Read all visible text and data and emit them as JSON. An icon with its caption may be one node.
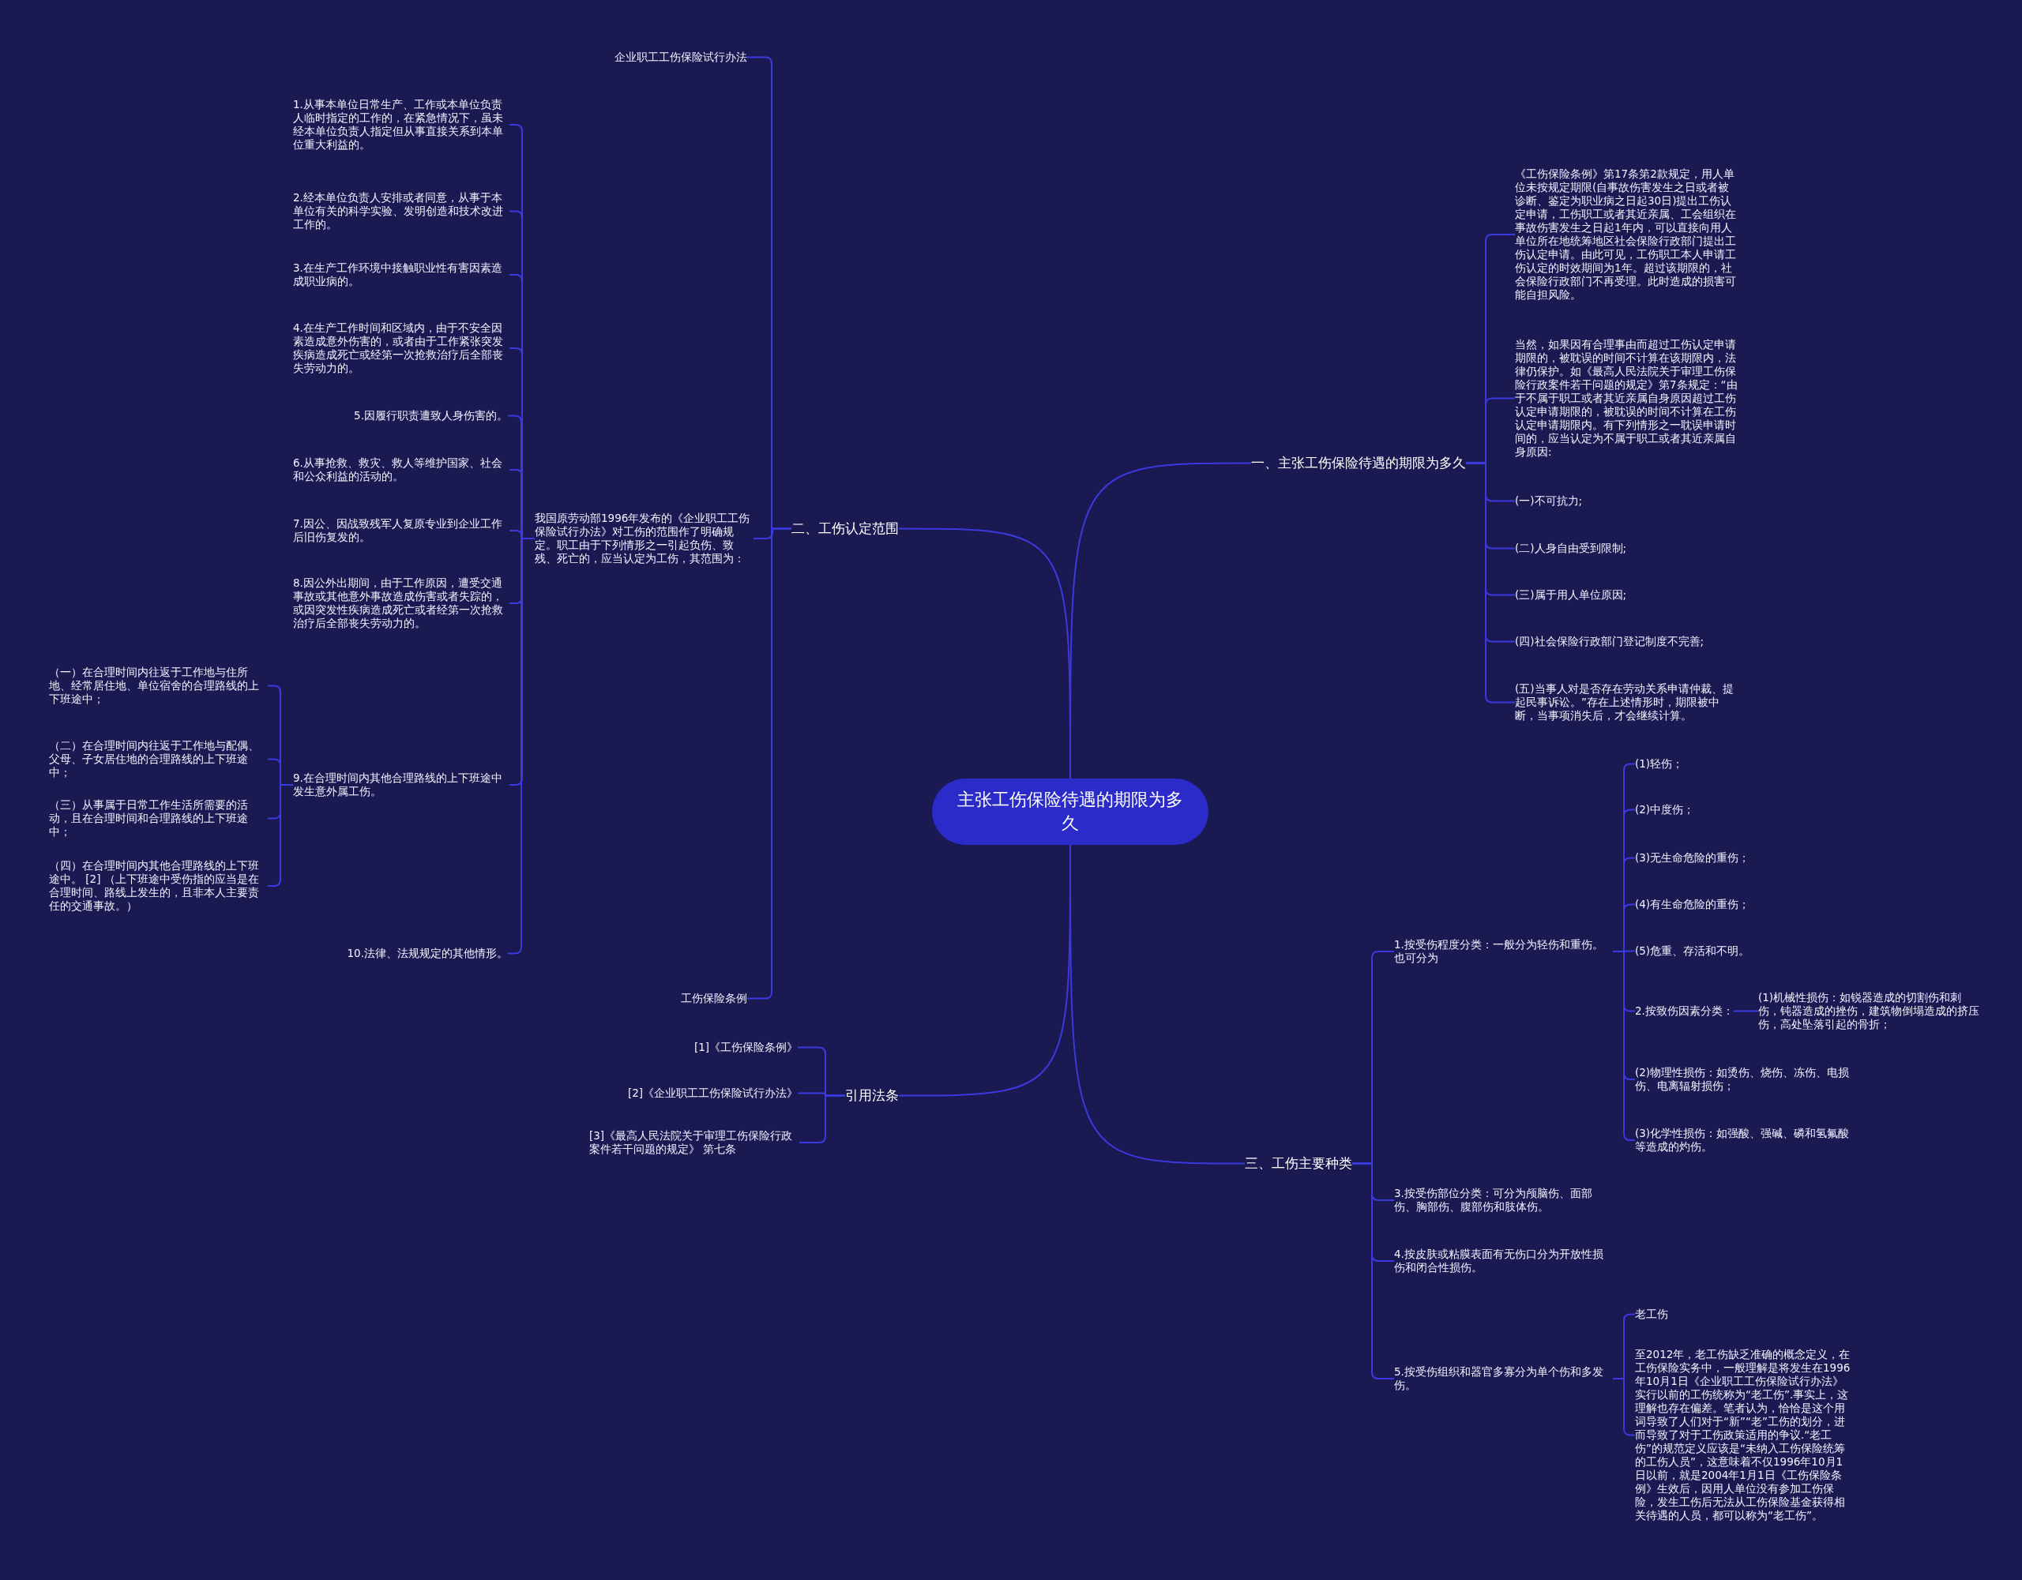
{
  "diagram": {
    "nodes": [
      {
        "text": [
          "主张工伤保险待遇的期限为多久"
        ]
      },
      {
        "text": [
          "一、主张工伤保险待遇的期限为多久"
        ]
      },
      {
        "text": [
          "《工伤保险条例》第17条第2款规定，用人单位未按规定期限(自事故伤害发生之日或者被诊断、鉴定为职业病之日起30日)提出工伤认定申请，工伤职工或者其近亲属、工会组织在事故伤害发生之日起1年内，可以直接向用人单位所在地统筹地区社会保险行政部门提出工伤认定申请。由此可见，工伤职工本人申请工伤认定的时效期间为1年。超过该期限的，社会保险行政部门不再受理。此时造成的损害可能自担风险。"
        ]
      },
      {
        "text": [
          "当然，如果因有合理事由而超过工伤认定申请期限的，被耽误的时间不计算在该期限内，法律仍保护。如《最高人民法院关于审理工伤保险行政案件若干问题的规定》第7条规定：“由于不属于职工或者其近亲属自身原因超过工伤认定申请期限的，被耽误的时间不计算在工伤认定申请期限内。有下列情形之一耽误申请时间的，应当认定为不属于职工或者其近亲属自身原因:"
        ]
      },
      {
        "text": [
          "(一)不可抗力;"
        ]
      },
      {
        "text": [
          "(二)人身自由受到限制;"
        ]
      },
      {
        "text": [
          "(三)属于用人单位原因;"
        ]
      },
      {
        "text": [
          "(四)社会保险行政部门登记制度不完善;"
        ]
      },
      {
        "text": [
          "(五)当事人对是否存在劳动关系申请仲裁、提起民事诉讼。”存在上述情形时，期限被中断，当事项消失后，才会继续计算。"
        ]
      },
      {
        "text": [
          "二、工伤认定范围"
        ]
      },
      {
        "text": [
          "企业职工工伤保险试行办法"
        ]
      },
      {
        "text": [
          "我国原劳动部1996年发布的《企业职工工伤保险试行办法》对工伤的范围作了明确规定。职工由于下列情形之一引起负伤、致残、死亡的，应当认定为工伤，其范围为："
        ]
      },
      {
        "text": [
          "1.从事本单位日常生产、工作或本单位负责人临时指定的工作的，在紧急情况下，虽未经本单位负责人指定但从事直接关系到本单位重大利益的。"
        ]
      },
      {
        "text": [
          "2.经本单位负责人安排或者同意，从事于本单位有关的科学实验、发明创造和技术改进工作的。"
        ]
      },
      {
        "text": [
          "3.在生产工作环境中接触职业性有害因素造成职业病的。"
        ]
      },
      {
        "text": [
          "4.在生产工作时间和区域内，由于不安全因素造成意外伤害的，或者由于工作紧张突发疾病造成死亡或经第一次抢救治疗后全部丧失劳动力的。"
        ]
      },
      {
        "text": [
          "5.因履行职责遭致人身伤害的。"
        ]
      },
      {
        "text": [
          "6.从事抢救、救灾、救人等维护国家、社会和公众利益的活动的。"
        ]
      },
      {
        "text": [
          "7.因公、因战致残军人复原专业到企业工作后旧伤复发的。"
        ]
      },
      {
        "text": [
          "8.因公外出期间，由于工作原因，遭受交通事故或其他意外事故造成伤害或者失踪的，或因突发性疾病造成死亡或者经第一次抢救治疗后全部丧失劳动力的。"
        ]
      },
      {
        "text": [
          "9.在合理时间内其他合理路线的上下班途中发生意外属工伤。"
        ]
      },
      {
        "text": [
          "（一）在合理时间内往返于工作地与住所地、经常居住地、单位宿舍的合理路线的上下班途中；"
        ]
      },
      {
        "text": [
          "（二）在合理时间内往返于工作地与配偶、父母、子女居住地的合理路线的上下班途中；"
        ]
      },
      {
        "text": [
          "（三）从事属于日常工作生活所需要的活动，且在合理时间和合理路线的上下班途中；"
        ]
      },
      {
        "text": [
          "（四）在合理时间内其他合理路线的上下班途中。 [2] （上下班途中受伤指的应当是在合理时间、路线上发生的，且非本人主要责任的交通事故。）"
        ]
      },
      {
        "text": [
          "10.法律、法规规定的其他情形。"
        ]
      },
      {
        "text": [
          "工伤保险条例"
        ]
      },
      {
        "text": [
          "引用法条"
        ]
      },
      {
        "text": [
          "[1]《工伤保险条例》"
        ]
      },
      {
        "text": [
          "[2]《企业职工工伤保险试行办法》"
        ]
      },
      {
        "text": [
          "[3]《最高人民法院关于审理工伤保险行政案件若干问题的规定》 第七条"
        ]
      },
      {
        "text": [
          "三、工伤主要种类"
        ]
      },
      {
        "text": [
          "1.按受伤程度分类：一般分为轻伤和重伤。也可分为"
        ]
      },
      {
        "text": [
          "(1)轻伤；"
        ]
      },
      {
        "text": [
          "(2)中度伤；"
        ]
      },
      {
        "text": [
          "(3)无生命危险的重伤；"
        ]
      },
      {
        "text": [
          "(4)有生命危险的重伤；"
        ]
      },
      {
        "text": [
          "(5)危重、存活和不明。"
        ]
      },
      {
        "text": [
          "2.按致伤因素分类："
        ]
      },
      {
        "text": [
          "(1)机械性损伤：如锐器造成的切割伤和刺伤，钝器造成的挫伤，建筑物倒塌造成的挤压伤，高处坠落引起的骨折；"
        ]
      },
      {
        "text": [
          "(2)物理性损伤：如烫伤、烧伤、冻伤、电损伤、电离辐射损伤；"
        ]
      },
      {
        "text": [
          "(3)化学性损伤：如强酸、强碱、磷和氢氟酸等造成的灼伤。"
        ]
      },
      {
        "text": [
          "3.按受伤部位分类：可分为颅脑伤、面部伤、胸部伤、腹部伤和肢体伤。"
        ]
      },
      {
        "text": [
          "4.按皮肤或粘膜表面有无伤口分为开放性损伤和闭合性损伤。"
        ]
      },
      {
        "text": [
          "5.按受伤组织和器官多寡分为单个伤和多发伤。"
        ]
      },
      {
        "text": [
          "老工伤"
        ]
      },
      {
        "text": [
          "至2012年，老工伤缺乏准确的概念定义，在工伤保险实务中，一般理解是将发生在1996年10月1日《企业职工工伤保险试行办法》实行以前的工伤统称为“老工伤”.事实上，这理解也存在偏差。笔者认为，恰恰是这个用词导致了人们对于“新”“老”工伤的划分，进而导致了对于工伤政策适用的争议.“老工伤”的规范定义应该是“未纳入工伤保险统筹的工伤人员”，这意味着不仅1996年10月1日以前，就是2004年1月1日《工伤保险条例》生效后，因用人单位没有参加工伤保险，发生工伤后无法从工伤保险基金获得相关待遇的人员，都可以称为“老工伤”。"
        ]
      }
    ],
    "edges": [
      {
        "from": 0,
        "to": 1,
        "arrow": "none"
      },
      {
        "from": 1,
        "to": 2,
        "arrow": "none"
      },
      {
        "from": 1,
        "to": 3,
        "arrow": "none"
      },
      {
        "from": 1,
        "to": 4,
        "arrow": "none"
      },
      {
        "from": 1,
        "to": 5,
        "arrow": "none"
      },
      {
        "from": 1,
        "to": 6,
        "arrow": "none"
      },
      {
        "from": 1,
        "to": 7,
        "arrow": "none"
      },
      {
        "from": 1,
        "to": 8,
        "arrow": "none"
      },
      {
        "from": 0,
        "to": 9,
        "arrow": "none"
      },
      {
        "from": 9,
        "to": 10,
        "arrow": "none"
      },
      {
        "from": 9,
        "to": 11,
        "arrow": "none"
      },
      {
        "from": 9,
        "to": 26,
        "arrow": "none"
      },
      {
        "from": 11,
        "to": 12,
        "arrow": "none"
      },
      {
        "from": 11,
        "to": 13,
        "arrow": "none"
      },
      {
        "from": 11,
        "to": 14,
        "arrow": "none"
      },
      {
        "from": 11,
        "to": 15,
        "arrow": "none"
      },
      {
        "from": 11,
        "to": 16,
        "arrow": "none"
      },
      {
        "from": 11,
        "to": 17,
        "arrow": "none"
      },
      {
        "from": 11,
        "to": 18,
        "arrow": "none"
      },
      {
        "from": 11,
        "to": 19,
        "arrow": "none"
      },
      {
        "from": 11,
        "to": 20,
        "arrow": "none"
      },
      {
        "from": 20,
        "to": 21,
        "arrow": "none"
      },
      {
        "from": 20,
        "to": 22,
        "arrow": "none"
      },
      {
        "from": 20,
        "to": 23,
        "arrow": "none"
      },
      {
        "from": 20,
        "to": 24,
        "arrow": "none"
      },
      {
        "from": 11,
        "to": 25,
        "arrow": "none"
      },
      {
        "from": 0,
        "to": 27,
        "arrow": "none"
      },
      {
        "from": 27,
        "to": 28,
        "arrow": "none"
      },
      {
        "from": 27,
        "to": 29,
        "arrow": "none"
      },
      {
        "from": 27,
        "to": 30,
        "arrow": "none"
      },
      {
        "from": 0,
        "to": 31,
        "arrow": "none"
      },
      {
        "from": 31,
        "to": 32,
        "arrow": "none"
      },
      {
        "from": 32,
        "to": 33,
        "arrow": "none"
      },
      {
        "from": 32,
        "to": 34,
        "arrow": "none"
      },
      {
        "from": 32,
        "to": 35,
        "arrow": "none"
      },
      {
        "from": 32,
        "to": 36,
        "arrow": "none"
      },
      {
        "from": 32,
        "to": 37,
        "arrow": "none"
      },
      {
        "from": 32,
        "to": 38,
        "arrow": "none"
      },
      {
        "from": 38,
        "to": 39,
        "arrow": "none"
      },
      {
        "from": 32,
        "to": 40,
        "arrow": "none"
      },
      {
        "from": 32,
        "to": 41,
        "arrow": "none"
      },
      {
        "from": 31,
        "to": 42,
        "arrow": "none"
      },
      {
        "from": 31,
        "to": 43,
        "arrow": "none"
      },
      {
        "from": 31,
        "to": 44,
        "arrow": "none"
      },
      {
        "from": 44,
        "to": 45,
        "arrow": "none"
      },
      {
        "from": 44,
        "to": 46,
        "arrow": "none"
      }
    ]
  }
}
